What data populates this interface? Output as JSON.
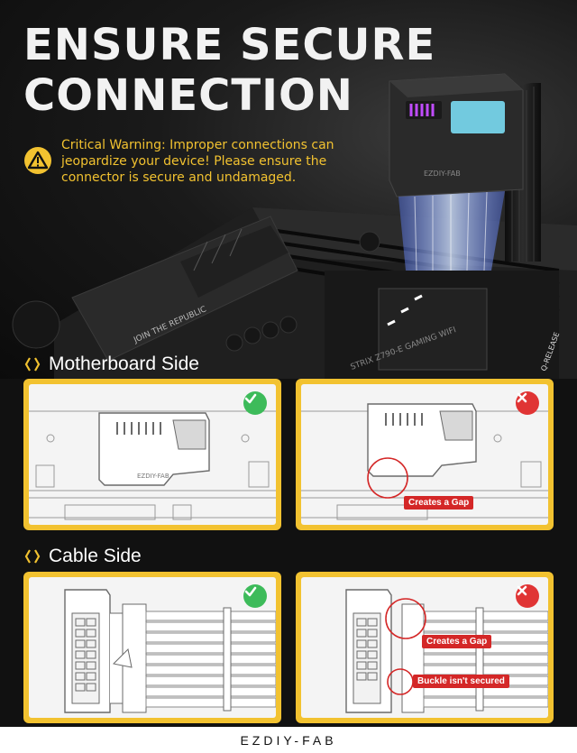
{
  "headline": {
    "line1": "ENSURE SECURE",
    "line2": "CONNECTION"
  },
  "warning": {
    "icon": "warning-triangle-icon",
    "text": "Critical Warning: Improper connections can jeopardize your device! Please ensure the connector is secure and undamaged.",
    "color": "#f2c230"
  },
  "hero": {
    "board_text": "JOIN THE REPUBLIC",
    "board_model": "STRIX Z790-E GAMING WIFI",
    "board_edge": "Q-RELEASE",
    "connector_brand": "EZDIY-FAB"
  },
  "sections": {
    "motherboard": {
      "title": "Motherboard Side"
    },
    "cable": {
      "title": "Cable Side"
    }
  },
  "labels": {
    "creates_gap": "Creates a Gap",
    "buckle": "Buckle isn't secured",
    "panel_brand": "EZDIY-FAB"
  },
  "status": {
    "correct_color": "#3dbb5a",
    "incorrect_color": "#e03434"
  },
  "footer": {
    "brand": "EZDIY-FAB"
  }
}
